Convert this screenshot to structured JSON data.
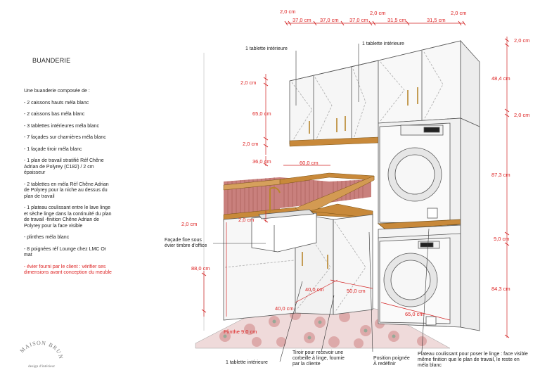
{
  "title": "BUANDERIE",
  "description": [
    {
      "text": "Une buanderie composée de :",
      "red": false
    },
    {
      "text": "- 2 caissons hauts méla blanc",
      "red": false
    },
    {
      "text": "- 2 caissons bas méla blanc",
      "red": false
    },
    {
      "text": "- 3 tablettes intérieures méla blanc",
      "red": false
    },
    {
      "text": "- 7 façades sur charnières méla blanc",
      "red": false
    },
    {
      "text": "- 1 façade tiroir méla blanc",
      "red": false
    },
    {
      "text": "- 1 plan de travail stratifié Réf Chêne Adrian de Polyrey (C182) / 2 cm épaisseur",
      "red": false
    },
    {
      "text": "- 2 tablettes en méla Réf Chêne Adrian de Polyrey pour la niche au dessus du plan de travail",
      "red": false
    },
    {
      "text": "- 1 plateau coulissant entre le lave linge et sèche linge dans la continuité du plan de travail -finition Chêne Adrian de Polyrey pour la face visible",
      "red": false
    },
    {
      "text": "- plinthes méla blanc",
      "red": false
    },
    {
      "text": "- 8 poignées réf Lounge chez LMC Or mat",
      "red": false
    },
    {
      "text": "- évier fourni par le client : vérifier ses dimensions avant conception du meuble",
      "red": true
    }
  ],
  "annotations": {
    "shelf_top_left": "1 tablette intérieure",
    "shelf_top_right": "1 tablette intérieure",
    "facade_fixe": "Façade fixe sous évier timbre d'office",
    "shelf_bottom": "1 tablette intérieure",
    "tiroir": "Tiroir pour recevoir une corbeille à linge, fournie par la cliente",
    "poignee": "Position poignée À redéfinir",
    "plateau": "Plateau coulissant pour poser le linge : face visible même finition que le plan de travail, le reste en méla blanc"
  },
  "dimensions": {
    "top_2_left": "2,0 cm",
    "top_37_a": "37,0 cm",
    "top_37_b": "37,0 cm",
    "top_37_c": "37,0 cm",
    "top_2_mid": "2,0 cm",
    "top_315_a": "31,5 cm",
    "top_315_b": "31,5 cm",
    "top_2_right": "2,0 cm",
    "right_2_top": "2,0 cm",
    "right_484": "48,4 cm",
    "right_2_mid": "2,0 cm",
    "right_873": "87,3 cm",
    "right_9": "9,0 cm",
    "right_843": "84,3 cm",
    "left_2_a": "2,0 cm",
    "left_65": "65,0 cm",
    "left_2_b": "2,0 cm",
    "left_36": "36,0 cm",
    "niche_60": "60,0 cm",
    "left_2_c": "2,0 cm",
    "left_2_d": "2,0 cm",
    "left_88": "88,0 cm",
    "bottom_40_a": "40,0 cm",
    "bottom_50": "50,0 cm",
    "bottom_40_b": "40,0 cm",
    "bottom_65": "65,0 cm",
    "plinthe": "Plinthe 9,0 cm"
  },
  "logo": {
    "top": "MAISON BRUNE",
    "bottom": "design d'intérieur"
  },
  "colors": {
    "dimension": "#d22222",
    "wood": "#c8893a",
    "tile": "#c97a78",
    "floor": "#e9c9c9"
  }
}
